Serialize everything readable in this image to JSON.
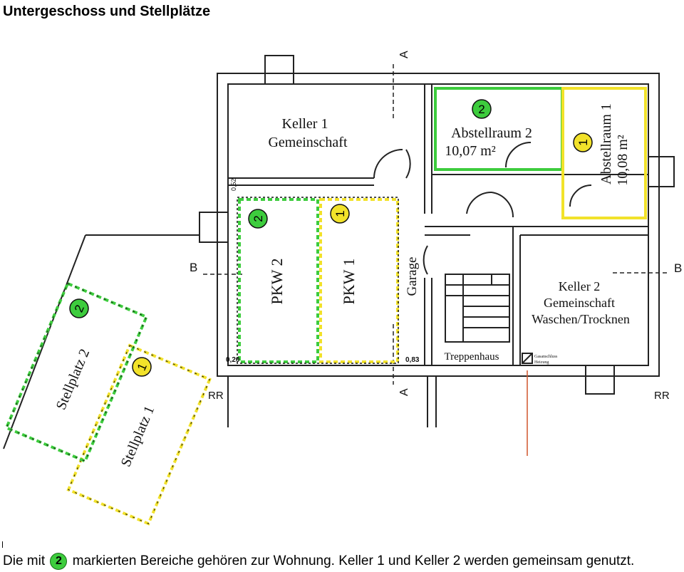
{
  "page": {
    "title": "Untergeschoss und Stellplätze"
  },
  "rooms": {
    "keller1": {
      "line1": "Keller 1",
      "line2": "Gemeinschaft"
    },
    "abstellraum2": {
      "name": "Abstellraum 2",
      "area": "10,07 m²",
      "marker": "2"
    },
    "abstellraum1": {
      "name": "Abstellraum 1",
      "area": "10,08 m²",
      "marker": "1"
    },
    "pkw2": {
      "label": "PKW 2",
      "marker": "2"
    },
    "pkw1": {
      "label": "PKW 1",
      "marker": "1"
    },
    "garage": {
      "label": "Garage"
    },
    "treppenhaus": {
      "label": "Treppenhaus"
    },
    "keller2": {
      "line1": "Keller 2",
      "line2": "Gemeinschaft",
      "line3": "Waschen/Trocknen"
    },
    "gas": {
      "line1": "Gasanschluss",
      "line2": "Heizung"
    }
  },
  "parking": {
    "stellplatz2": {
      "label": "Stellplatz 2",
      "marker": "2"
    },
    "stellplatz1": {
      "label": "Stellplatz 1",
      "marker": "1"
    }
  },
  "dimensions": {
    "d052": "0,52",
    "d020": "0,20",
    "d083": "0,83"
  },
  "section_marks": {
    "a": "A",
    "b": "B",
    "rr": "RR"
  },
  "legend": {
    "prefix": "Die mit",
    "badge": "2",
    "suffix": "markierten Bereiche gehören zur Wohnung. Keller 1 und Keller 2 werden gemeinsam genutzt."
  },
  "colors": {
    "unit2": "#3dcc3d",
    "unit1": "#f2e22a",
    "wall": "#222222"
  }
}
